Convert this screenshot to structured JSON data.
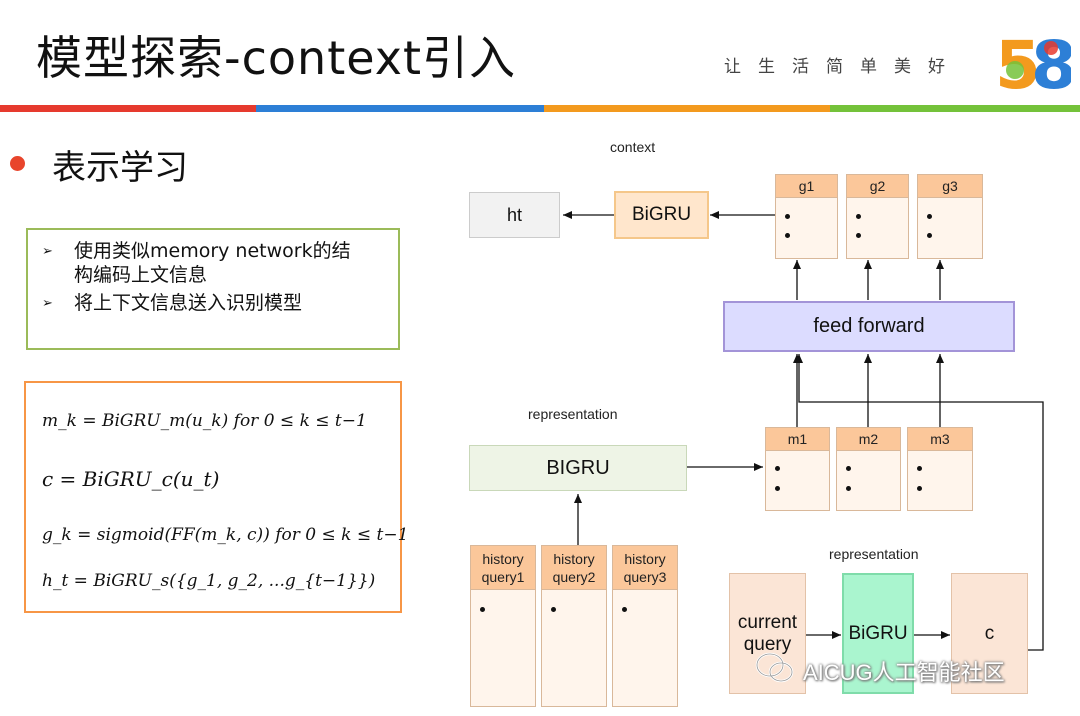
{
  "header": {
    "title": "模型探索-context引入",
    "slogan": "让生活简单美好",
    "logo_text": "58",
    "stripe_colors": [
      "#e63a2e",
      "#2d7fd6",
      "#f39a1e",
      "#74c23a"
    ]
  },
  "section": {
    "label": "表示学习"
  },
  "notes": {
    "items": [
      {
        "line1": "使用类似memory network的结",
        "line2": "构编码上文信息"
      },
      {
        "line1": "将上下文信息送入识别模型"
      }
    ]
  },
  "formulas": {
    "f1": "m_k = BiGRU_m(u_k)    for    0 ≤ k ≤ t−1",
    "f2": "c = BiGRU_c(u_t)",
    "f3": "g_k = sigmoid(FF(m_k, c))    for    0 ≤ k ≤ t−1",
    "f4": "h_t = BiGRU_s({g_1, g_2, ...g_{t−1}})"
  },
  "diagram": {
    "context_label": "context",
    "ht": "ht",
    "bigru_top": "BiGRU",
    "g_heads": [
      "g1",
      "g2",
      "g3"
    ],
    "feed_forward": "feed forward",
    "representation_top": "representation",
    "bigru_mid": "BIGRU",
    "m_heads": [
      "m1",
      "m2",
      "m3"
    ],
    "history_heads": [
      {
        "l1": "history",
        "l2": "query1"
      },
      {
        "l1": "history",
        "l2": "query2"
      },
      {
        "l1": "history",
        "l2": "query3"
      }
    ],
    "representation_bottom": "representation",
    "current_query_l1": "current",
    "current_query_l2": "query",
    "bigru_bottom": "BiGRU",
    "c": "c"
  },
  "watermark": "AICUG人工智能社区",
  "colors": {
    "accent_red": "#e8452c",
    "green_border": "#9bbb59",
    "orange_border": "#f79646",
    "ff_fill": "#d9d9ff",
    "ff_border": "#9a8fd0",
    "bigru_green_fill": "#aaf5cf",
    "cell_head": "#fbc79a"
  }
}
